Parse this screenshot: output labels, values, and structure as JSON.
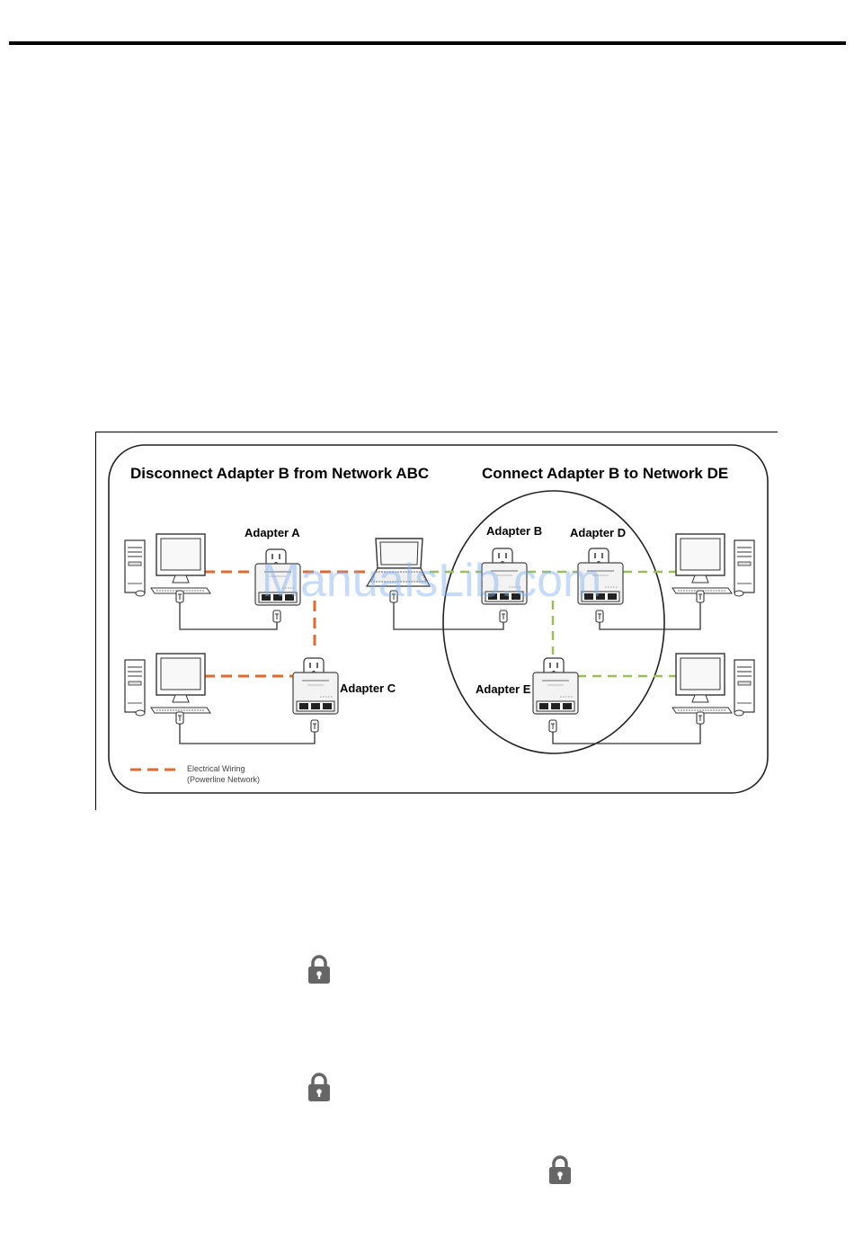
{
  "page": {
    "watermark": "ManualsLib.com"
  },
  "diagram": {
    "left_title": "Disconnect Adapter B from Network ABC",
    "right_title": "Connect Adapter B to Network DE",
    "adapters": {
      "a": "Adapter A",
      "b": "Adapter B",
      "c": "Adapter C",
      "d": "Adapter D",
      "e": "Adapter E"
    },
    "legend": {
      "line1": "Electrical Wiring",
      "line2": "(Powerline Network)"
    },
    "colors": {
      "orange_wiring": "#e06a2e",
      "green_wiring": "#9bbd5a",
      "outline": "#222222"
    }
  },
  "locks": {
    "icon": "padlock-icon",
    "count": 3
  }
}
